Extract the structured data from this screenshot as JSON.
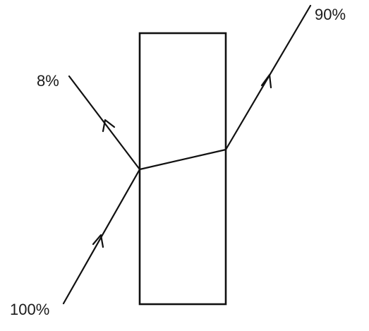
{
  "labels": {
    "incident": "100%",
    "reflected": "8%",
    "transmitted": "90%"
  },
  "colors": {
    "stroke": "#111111",
    "text": "#1a1a1a",
    "background": "#ffffff"
  }
}
